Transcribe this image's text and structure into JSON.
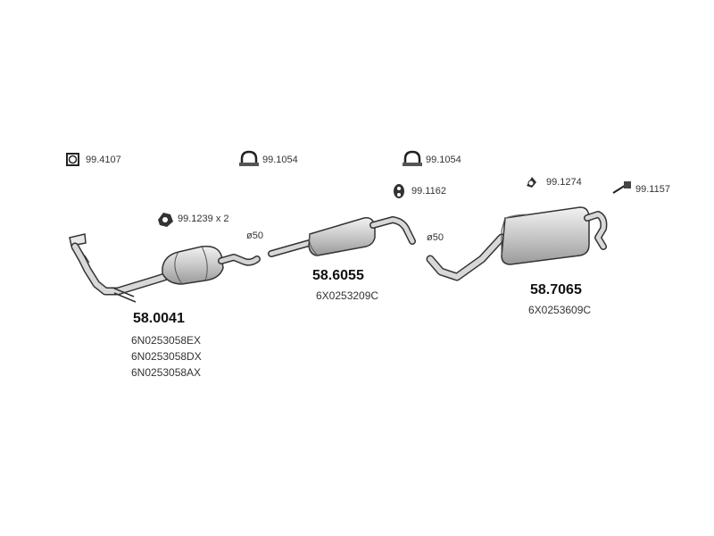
{
  "accessories": [
    {
      "code": "99.4107",
      "icon": "square-ring-clamp-icon"
    },
    {
      "code": "99.1054",
      "icon": "u-bolt-clamp-icon"
    },
    {
      "code": "99.1054",
      "icon": "u-bolt-clamp-icon"
    },
    {
      "code": "99.1162",
      "icon": "rubber-hanger-icon"
    },
    {
      "code": "99.1274",
      "icon": "bracket-hanger-icon"
    },
    {
      "code": "99.1157",
      "icon": "strap-hanger-icon"
    },
    {
      "code": "99.1239 x 2",
      "icon": "flange-gasket-icon"
    }
  ],
  "diameters": [
    "ø50",
    "ø50"
  ],
  "parts": [
    {
      "number": "58.0041",
      "oem": [
        "6N0253058EX",
        "6N0253058DX",
        "6N0253058AX"
      ]
    },
    {
      "number": "58.6055",
      "oem": [
        "6X0253209C"
      ]
    },
    {
      "number": "58.7065",
      "oem": [
        "6X0253609C"
      ]
    }
  ],
  "colors": {
    "part_fill": "#d6d6d6",
    "part_stroke": "#333333"
  }
}
